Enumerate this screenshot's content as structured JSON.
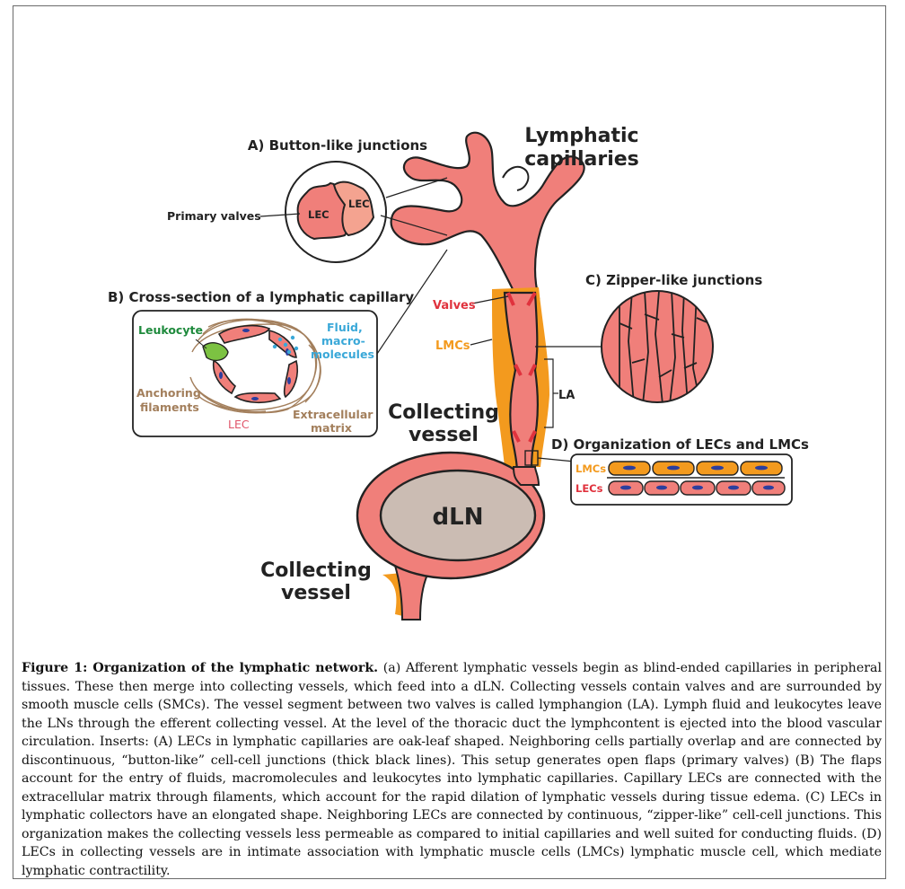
{
  "figure": {
    "main_title": "Lymphatic capillaries",
    "main_title_lines": [
      "Lymphatic",
      "capillaries"
    ],
    "inserts": {
      "a": {
        "title": "A) Button-like junctions",
        "primary_valves": "Primary valves",
        "lec": "LEC"
      },
      "b": {
        "title": "B) Cross-section of a lymphatic capillary",
        "leukocyte": "Leukocyte",
        "fluid_lines": [
          "Fluid,",
          "macro-",
          "molecules"
        ],
        "anchoring_lines": [
          "Anchoring",
          "filaments"
        ],
        "lec": "LEC",
        "ecm_lines": [
          "Extracellular",
          "matrix"
        ]
      },
      "c": {
        "title": "C) Zipper-like junctions"
      },
      "d": {
        "title": "D) Organization of LECs and LMCs",
        "lmcs": "LMCs",
        "lecs": "LECs"
      }
    },
    "valves": "Valves",
    "lmcs": "LMCs",
    "la": "LA",
    "collecting_vessel_upper": [
      "Collecting",
      "vessel"
    ],
    "collecting_vessel_lower": [
      "Collecting",
      "vessel"
    ],
    "dln": "dLN",
    "colors": {
      "vessel": "#f07f7a",
      "lmc": "#f39a1e",
      "lec_dark": "#e0556a",
      "leukocyte": "#7cc242",
      "fluid": "#3aa8d8",
      "filament": "#a37f5c",
      "node": "#cbbcb3"
    }
  },
  "caption": {
    "label": "Figure 1: Organization of the lymphatic network.",
    "text": " (a) Afferent lymphatic vessels begin as blind-ended capillaries in peripheral tissues. These then merge into collecting vessels, which feed into a dLN. Collecting vessels contain valves and are surrounded by smooth muscle cells (SMCs). The vessel segment between two valves is called lymphangion (LA). Lymph fluid and leukocytes leave the LNs through the efferent collecting vessel. At the level of the thoracic duct the lymphcontent is ejected into the blood vascular circulation. Inserts: (A) LECs in lymphatic capillaries are oak-leaf shaped. Neighboring cells partially overlap and are connected by discontinuous, “button-like” cell-cell junctions (thick black lines). This setup generates open flaps (primary valves) (B) The flaps account for the entry of fluids, macromolecules and leukocytes into lymphatic capillaries. Capillary LECs are connected with the extracellular matrix through filaments, which account for the rapid dilation of lymphatic vessels during tissue edema. (C) LECs in lymphatic collectors have an elongated shape. Neighboring LECs are connected by continuous, “zipper-like” cell-cell junctions. This organization makes the collecting vessels less permeable as compared to initial capillaries and well suited for conducting fluids. (D) LECs in collecting vessels are in intimate association with lymphatic muscle cells (LMCs) lymphatic muscle cell, which mediate lymphatic contractility."
  }
}
